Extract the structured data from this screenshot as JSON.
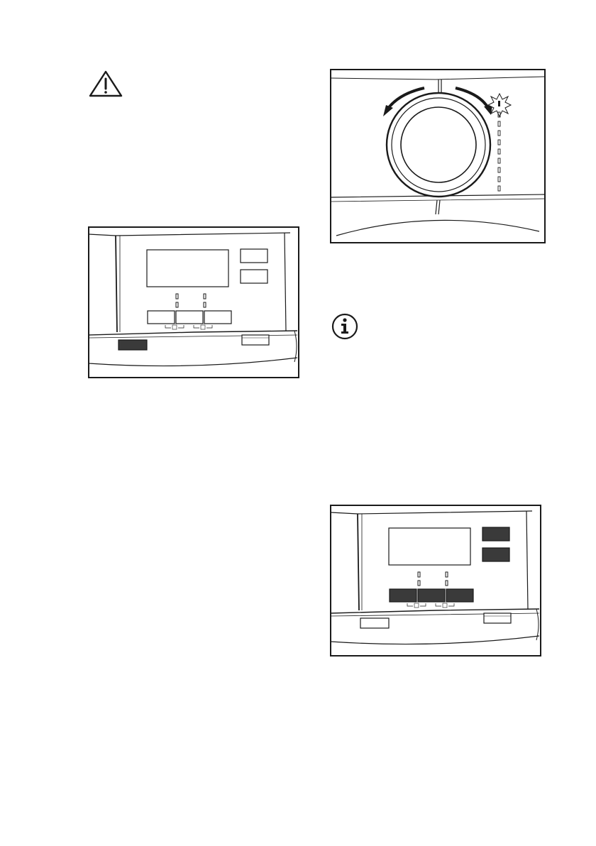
{
  "icons": {
    "warning": "warning-triangle-icon",
    "info": "info-circle-icon"
  },
  "panel_top": {
    "highlighted_button": "start-pause"
  },
  "dial": {
    "indicator_leds": 9,
    "first_led_highlighted": true
  },
  "panel_bottom": {
    "highlighted_buttons": [
      "option-1",
      "option-2",
      "option-3",
      "delay-start",
      "start-pause"
    ]
  },
  "colors": {
    "ink": "#1a1a1a",
    "button_fill": "#3a3a3a"
  }
}
